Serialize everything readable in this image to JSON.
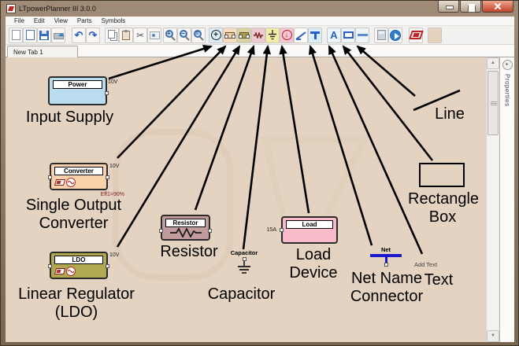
{
  "window": {
    "title": "LTpowerPlanner III 3.0.0"
  },
  "menu_items": [
    "File",
    "Edit",
    "View",
    "Parts",
    "Symbols"
  ],
  "toolbar_groups": [
    [
      "new-file-icon",
      "open-file-icon",
      "save-icon",
      "print-icon"
    ],
    [
      "undo-icon",
      "redo-icon"
    ],
    [
      "copy-icon",
      "paste-icon",
      "cut-icon",
      "image-icon"
    ],
    [
      "zoom-in-icon",
      "zoom-out-icon",
      "zoom-fit-icon"
    ],
    [
      "power-source-icon",
      "converter-icon",
      "ldo-icon",
      "resistor-icon",
      "capacitor-icon",
      "load-icon"
    ],
    [
      "line-tool-icon",
      "net-tool-icon"
    ],
    [
      "text-tool-icon",
      "rectangle-tool-icon",
      "hline-tool-icon"
    ],
    [
      "calculator-icon",
      "run-icon"
    ],
    [
      "lt-logo-icon"
    ],
    [
      "color-swatch"
    ]
  ],
  "tab": {
    "label": "New Tab 1"
  },
  "properties_panel": {
    "label": "Properties",
    "expand_glyph": "▸"
  },
  "scrollbar": {
    "up_glyph": "▲",
    "down_glyph": "▼"
  },
  "canvas": {
    "power": {
      "name": "Power",
      "voltage": "10V",
      "caption": "Input Supply"
    },
    "converter": {
      "name": "Converter",
      "voltage": "10V",
      "efficiency": "Eff1=90%",
      "caption": "Single Output Converter"
    },
    "ldo": {
      "name": "LDO",
      "voltage": "10V",
      "caption": "Linear Regulator (LDO)"
    },
    "resistor": {
      "name": "Resistor",
      "caption": "Resistor"
    },
    "capacitor": {
      "name": "Capacitor",
      "caption": "Capacitor"
    },
    "load": {
      "name": "Load",
      "current": "15A",
      "caption": "Load Device"
    },
    "net": {
      "name": "Net",
      "caption": "Net Name Connector"
    },
    "text": {
      "placeholder": "Add Text",
      "caption": "Text"
    },
    "rectangle": {
      "caption": "Rectangle Box"
    },
    "line": {
      "caption": "Line"
    }
  },
  "colors": {
    "canvas_bg": "#e3d3c0",
    "power_fill": "#badcef",
    "converter_fill": "#f9d2ab",
    "ldo_fill": "#b1a84f",
    "resistor_fill": "#c29c9c",
    "load_fill": "#f9bac9",
    "net_blue": "#1a1acc",
    "efficiency_red": "#8b2020",
    "accent_red": "#c22127"
  }
}
